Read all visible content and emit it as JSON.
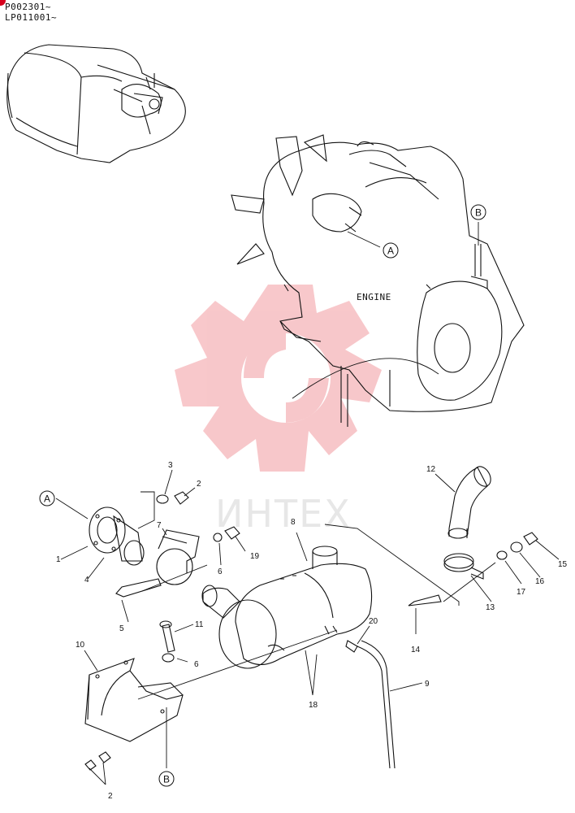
{
  "serials": [
    "P002301~",
    "LP011001~"
  ],
  "engine_label": "ENGINE",
  "watermark": "ИНТЕХ",
  "refs": {
    "a": "A",
    "b": "B"
  },
  "callouts": {
    "p1": "1",
    "p2a": "2",
    "p2b": "2",
    "p3": "3",
    "p4": "4",
    "p5": "5",
    "p6a": "6",
    "p6b": "6",
    "p7": "7",
    "p8": "8",
    "p9": "9",
    "p10": "10",
    "p11": "11",
    "p12": "12",
    "p13": "13",
    "p14": "14",
    "p15": "15",
    "p16": "16",
    "p17": "17",
    "p18": "18",
    "p19": "19",
    "p20": "20"
  },
  "colors": {
    "line": "#111111",
    "watermark": "#f3a3a8",
    "dot": "#d6001c"
  }
}
